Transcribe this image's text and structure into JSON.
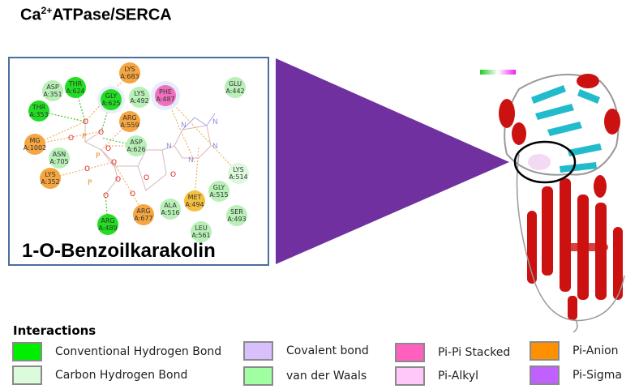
{
  "title": {
    "main": "Ca",
    "sup": "2+",
    "rest": "ATPase/SERCA"
  },
  "ligand_label": "1-O-Benzoilkarakolin",
  "residues": [
    {
      "name": "ASP",
      "id": "A:351",
      "color": "#b8f0b8"
    },
    {
      "name": "THR",
      "id": "A:624",
      "color": "#22dd22"
    },
    {
      "name": "LYS",
      "id": "A:683",
      "color": "#f5a640"
    },
    {
      "name": "GLY",
      "id": "A:625",
      "color": "#22dd22"
    },
    {
      "name": "LYS",
      "id": "A:492",
      "color": "#b8f0b8"
    },
    {
      "name": "PHE",
      "id": "A:487",
      "color": "#f070c0"
    },
    {
      "name": "GLU",
      "id": "A:442",
      "color": "#b8f0b8"
    },
    {
      "name": "THR",
      "id": "A:353",
      "color": "#22dd22"
    },
    {
      "name": "ARG",
      "id": "A:559",
      "color": "#f5a640"
    },
    {
      "name": "ASP",
      "id": "A:626",
      "color": "#b8f0b8"
    },
    {
      "name": "MG",
      "id": "A:1002",
      "color": "#f5a640"
    },
    {
      "name": "ASN",
      "id": "A:705",
      "color": "#b8f0b8"
    },
    {
      "name": "LYS",
      "id": "A:352",
      "color": "#f5a640"
    },
    {
      "name": "LYS",
      "id": "A:514",
      "color": "#dcf8dc"
    },
    {
      "name": "GLY",
      "id": "A:515",
      "color": "#b8f0b8"
    },
    {
      "name": "MET",
      "id": "A:494",
      "color": "#f5c040"
    },
    {
      "name": "ALA",
      "id": "A:516",
      "color": "#b8f0b8"
    },
    {
      "name": "SER",
      "id": "A:493",
      "color": "#b8f0b8"
    },
    {
      "name": "ARG",
      "id": "A:677",
      "color": "#f5a640"
    },
    {
      "name": "ARG",
      "id": "A:489",
      "color": "#22dd22"
    },
    {
      "name": "LEU",
      "id": "A:561",
      "color": "#b8f0b8"
    }
  ],
  "legend": {
    "title": "Interactions",
    "items": [
      {
        "label": "Conventional Hydrogen Bond",
        "color": "#00ee00"
      },
      {
        "label": "Carbon Hydrogen Bond",
        "color": "#dcfadc"
      },
      {
        "label": "Covalent bond",
        "color": "#d8c0ff"
      },
      {
        "label": "van der Waals",
        "color": "#a0ff a0"
      },
      {
        "label": "Pi-Pi Stacked",
        "color": "#ff60c0"
      },
      {
        "label": "Pi-Alkyl",
        "color": "#ffc8f8"
      },
      {
        "label": "Pi-Anion",
        "color": "#ff9000"
      },
      {
        "label": "Pi-Sigma",
        "color": "#c060ff"
      }
    ]
  },
  "colors": {
    "triangle": "#7030a0",
    "helix": "#cc1111",
    "sheet": "#22bbcc"
  }
}
